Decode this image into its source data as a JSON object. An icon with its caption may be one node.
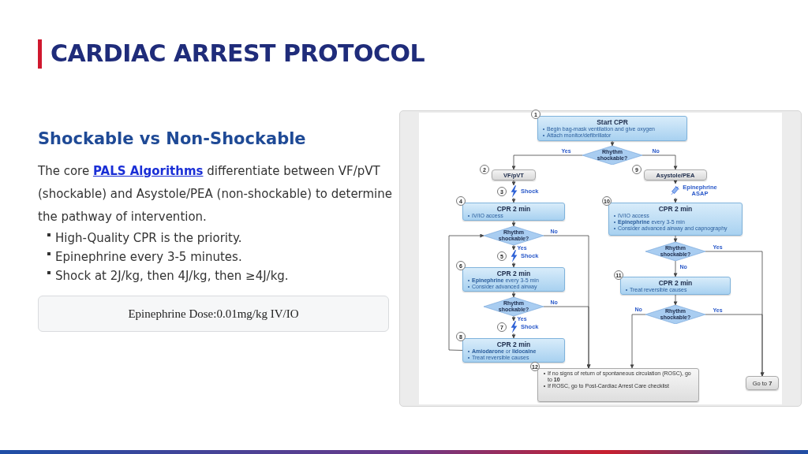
{
  "diagram": {
    "title": "CARDIAC ARREST PROTOCOL",
    "nodes": [
      {
        "text": [
          "Start CPR",
          "Begin bag-mask ventilation and give oxygen",
          "Attach monitor/defibrillator"
        ],
        "beside": [
          "1"
        ]
      },
      {
        "text": [
          "Rhythm shockable?"
        ]
      },
      {
        "text": [
          "VF/pVT"
        ],
        "beside": [
          "2"
        ]
      },
      {
        "text": [
          "Shock"
        ],
        "beside": [
          "3"
        ]
      },
      {
        "text": [
          "CPR 2 min",
          "IV/IO access"
        ],
        "beside": [
          "4"
        ]
      },
      {
        "text": [
          "Rhythm shockable?"
        ]
      },
      {
        "text": [
          "Shock"
        ],
        "beside": [
          "5"
        ]
      },
      {
        "text": [
          "CPR 2 min",
          "**Epinephrine** every 3-5 min",
          "Consider advanced airway"
        ],
        "beside": [
          "6"
        ]
      },
      {
        "text": [
          "Rhythm shockable?"
        ]
      },
      {
        "text": [
          "Shock"
        ],
        "beside": [
          "7"
        ]
      },
      {
        "text": [
          "CPR 2 min",
          "**Amiodarone** or **lidocaine**",
          "Treat reversible causes"
        ],
        "beside": [
          "8"
        ]
      },
      {
        "text": [
          "Asystole/PEA"
        ],
        "beside": [
          "9"
        ]
      },
      {
        "text": [
          "Epinephrine ASAP"
        ]
      },
      {
        "text": [
          "CPR 2 min",
          "IV/IO access",
          "**Epinephrine** every 3-5 min",
          "Consider advanced airway and capnography"
        ],
        "beside": [
          "10"
        ]
      },
      {
        "text": [
          "Rhythm shockable?"
        ]
      },
      {
        "text": [
          "CPR 2 min",
          "Treat reversible causes"
        ],
        "beside": [
          "11"
        ]
      },
      {
        "text": [
          "Rhythm shockable?"
        ]
      },
      {
        "text": [
          "If no signs of return of spontaneous circulation (ROSC), go to **10**",
          "If ROSC, go to Post-Cardiac Arrest Care checklist"
        ],
        "beside": [
          "12"
        ]
      },
      {
        "text": [
          "Go to **7**"
        ]
      }
    ],
    "edges": [
      {
        "from": 0,
        "to": 1,
        "arrow": "to"
      },
      {
        "from": 1,
        "to": 2,
        "arrow": "to",
        "label": "Yes"
      },
      {
        "from": 1,
        "to": 11,
        "arrow": "to",
        "label": "No"
      },
      {
        "from": 2,
        "to": 3,
        "arrow": "to"
      },
      {
        "from": 3,
        "to": 4,
        "arrow": "to"
      },
      {
        "from": 4,
        "to": 5,
        "arrow": "to"
      },
      {
        "from": 5,
        "to": 6,
        "arrow": "to",
        "label": "Yes"
      },
      {
        "from": 5,
        "to": 17,
        "arrow": "to",
        "label": "No"
      },
      {
        "from": 6,
        "to": 7,
        "arrow": "to"
      },
      {
        "from": 7,
        "to": 8,
        "arrow": "to"
      },
      {
        "from": 8,
        "to": 9,
        "arrow": "to",
        "label": "Yes"
      },
      {
        "from": 8,
        "to": 17,
        "arrow": "to",
        "label": "No"
      },
      {
        "from": 9,
        "to": 10,
        "arrow": "to"
      },
      {
        "from": 10,
        "to": 5,
        "arrow": "to"
      },
      {
        "from": 11,
        "to": 12,
        "arrow": "to"
      },
      {
        "from": 12,
        "to": 13,
        "arrow": "to"
      },
      {
        "from": 13,
        "to": 14,
        "arrow": "to"
      },
      {
        "from": 14,
        "to": 18,
        "arrow": "to",
        "label": "Yes"
      },
      {
        "from": 14,
        "to": 15,
        "arrow": "to",
        "label": "No"
      },
      {
        "from": 15,
        "to": 16,
        "arrow": "to"
      },
      {
        "from": 16,
        "to": 17,
        "arrow": "to",
        "label": "No"
      },
      {
        "from": 16,
        "to": 18,
        "arrow": "to",
        "label": "Yes"
      }
    ],
    "labels": [
      "Shockable vs Non-Shockable",
      "The core **PALS Algorithms** differentiate between VF/pVT (shockable) and Asystole/PEA (non-shockable) to determine the pathway of intervention.",
      "High-Quality CPR is the priority.",
      "Epinephrine every 3-5 minutes.",
      "Shock at 2J/kg, then 4J/kg, then ≥4J/kg.",
      "Epinephrine Dose:0.01mg/kg IV/IO"
    ]
  }
}
